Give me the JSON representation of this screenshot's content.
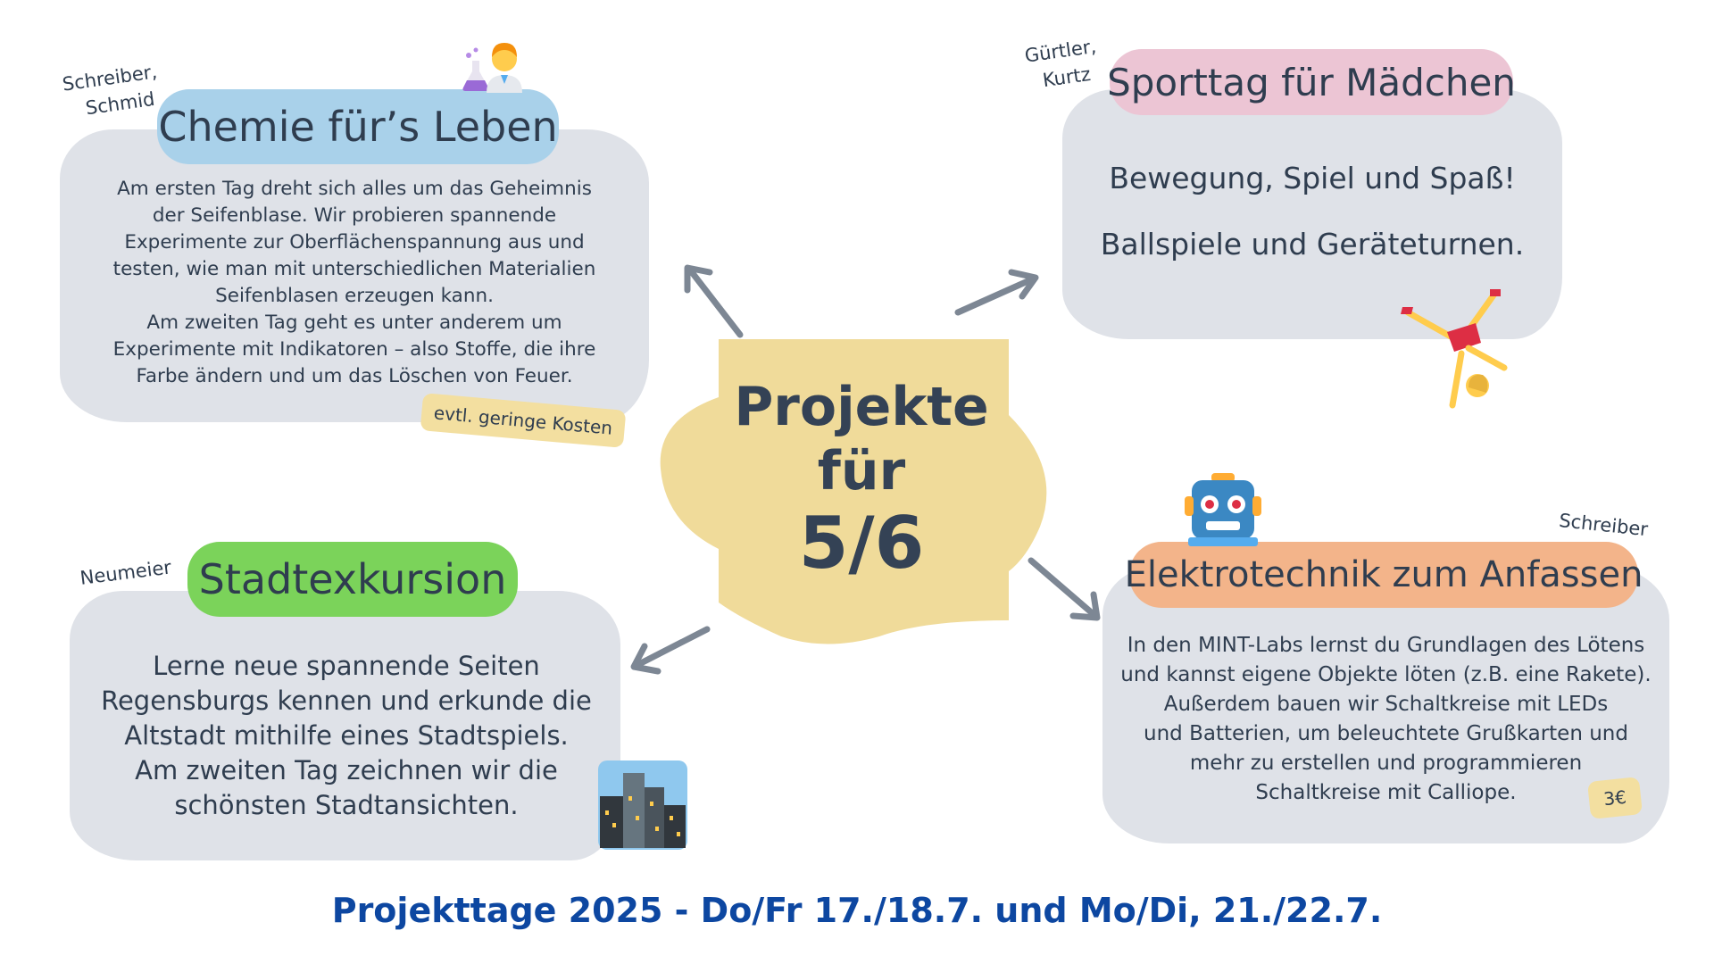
{
  "center": {
    "line1": "Projekte",
    "line2": "für",
    "line3": "5/6",
    "color": "#f0db9a"
  },
  "projects": {
    "chemie": {
      "title": "Chemie für’s Leben",
      "authors": [
        "Schreiber,",
        "Schmid"
      ],
      "lines": [
        "Am ersten Tag dreht sich alles um das Geheimnis",
        "der Seifenblase. Wir probieren spannende",
        "Experimente zur Oberflächenspannung aus und",
        "testen, wie man mit unterschiedlichen Materialien",
        "Seifenblasen erzeugen kann.",
        "Am zweiten Tag geht es unter anderem um",
        "Experimente mit Indikatoren – also Stoffe, die ihre",
        "Farbe ändern und um das Löschen von Feuer."
      ],
      "cost_tag": "evtl. geringe Kosten",
      "pill_color": "#a9d1ea",
      "icon": "scientist-icon"
    },
    "sport": {
      "title": "Sporttag für Mädchen",
      "authors": [
        "Gürtler,",
        "Kurtz"
      ],
      "lines": [
        "Bewegung, Spiel und Spaß!",
        "Ballspiele und Geräteturnen."
      ],
      "pill_color": "#ecc5d4",
      "icon": "cartwheel-icon"
    },
    "stadt": {
      "title": "Stadtexkursion",
      "authors": [
        "Neumeier"
      ],
      "lines": [
        "Lerne neue spannende Seiten",
        "Regensburgs kennen und erkunde die",
        "Altstadt mithilfe eines Stadtspiels.",
        "Am zweiten Tag zeichnen wir die",
        "schönsten Stadtansichten."
      ],
      "pill_color": "#7bd35a",
      "icon": "cityscape-icon"
    },
    "elektro": {
      "title": "Elektrotechnik zum Anfassen",
      "authors": [
        "Schreiber"
      ],
      "lines": [
        "In den MINT-Labs lernst du Grundlagen des Lötens",
        "und kannst eigene Objekte löten (z.B. eine Rakete).",
        "Außerdem bauen wir Schaltkreise mit LEDs",
        "und Batterien, um beleuchtete Grußkarten und",
        "mehr zu erstellen und programmieren",
        "Schaltkreise mit Calliope."
      ],
      "cost_tag": "3€",
      "pill_color": "#f3b48a",
      "icon": "robot-icon"
    }
  },
  "footer": {
    "text": "Projekttage 2025 - Do/Fr 17./18.7. und Mo/Di, 21./22.7.",
    "color": "#0d47a1"
  },
  "colors": {
    "card": "#dfe2e8",
    "text": "#2f3d4f",
    "arrow": "#7d8794",
    "tag": "#f3dfa0"
  }
}
